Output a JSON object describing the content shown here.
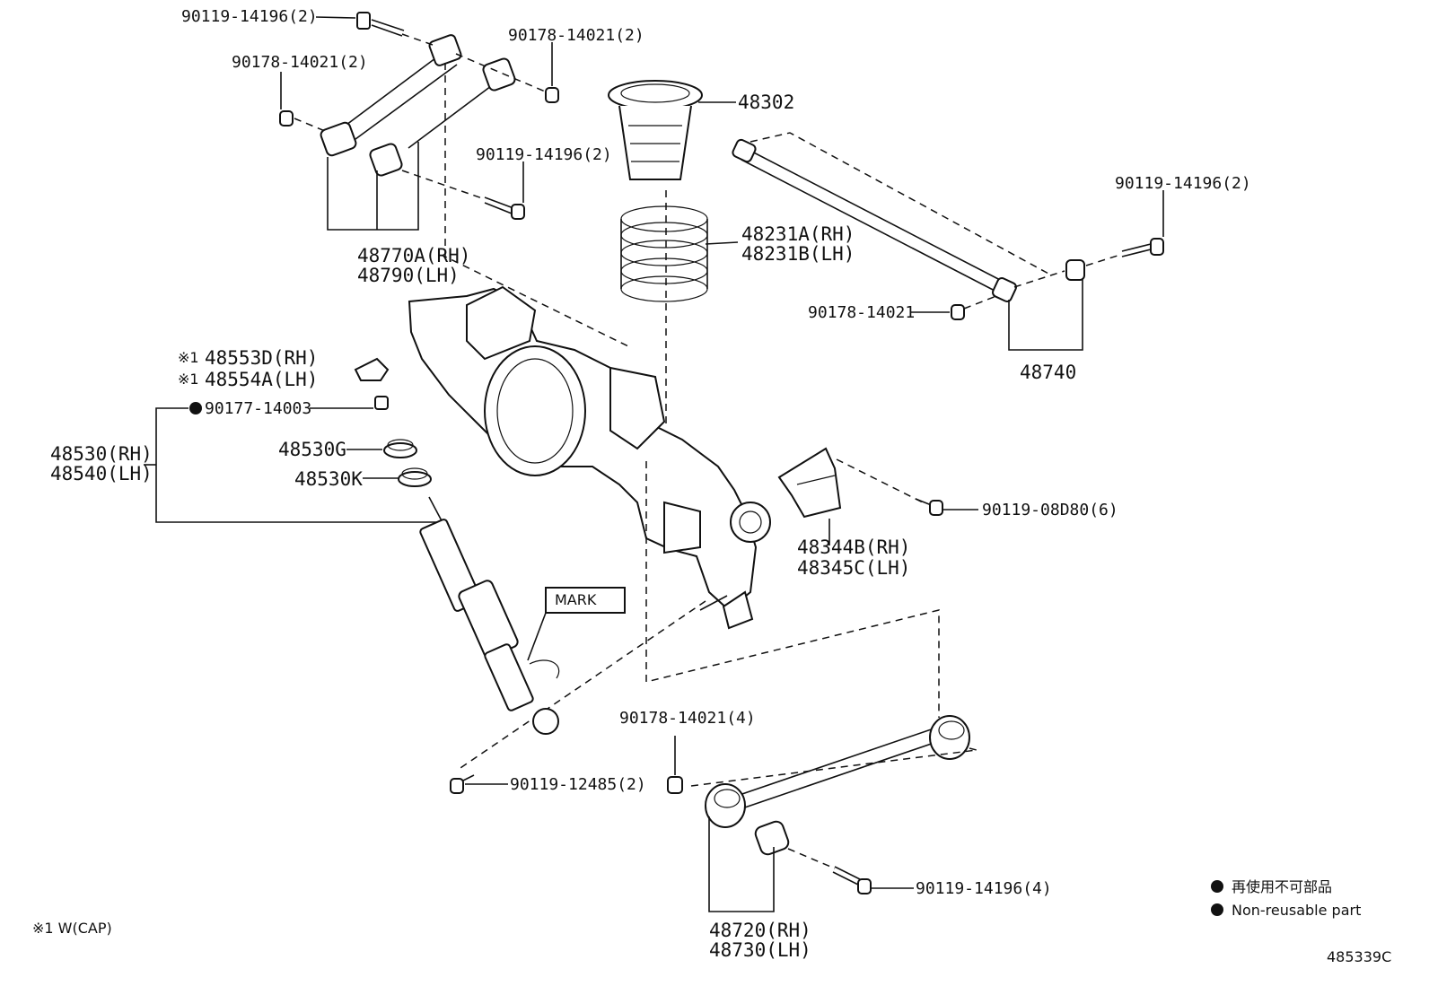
{
  "labels": {
    "bolt_90119_14196_top": "90119-14196(2)",
    "nut_90178_14021_topright": "90178-14021(2)",
    "nut_90178_14021_topleft": "90178-14021(2)",
    "bolt_90119_14196_mid": "90119-14196(2)",
    "arm_48770A_rh": "48770A(RH)",
    "arm_48790_lh": "48790(LH)",
    "insulator_48302": "48302",
    "spring_48231A_rh": "48231A(RH)",
    "spring_48231B_lh": "48231B(LH)",
    "bolt_90119_14196_right": "90119-14196(2)",
    "nut_90178_14021_right": "90178-14021",
    "rod_48740": "48740",
    "cap_note": "※1",
    "cap_48553D_rh": "48553D(RH)",
    "cap_48554A_lh": "48554A(LH)",
    "nut_90177_14003": "90177-14003",
    "absorber_48530_rh": "48530(RH)",
    "absorber_48540_lh": "48540(LH)",
    "cushion_48530G": "48530G",
    "cushion_48530K": "48530K",
    "bracket_48344B_rh": "48344B(RH)",
    "bracket_48345C_lh": "48345C(LH)",
    "bolt_90119_08D80": "90119-08D80(6)",
    "mark": "MARK",
    "nut_90178_14021_bottom": "90178-14021(4)",
    "bolt_90119_12485": "90119-12485(2)",
    "bolt_90119_14196_bottom": "90119-14196(4)",
    "arm_48720_rh": "48720(RH)",
    "arm_48730_lh": "48730(LH)"
  },
  "legend": {
    "jp": "再使用不可部品",
    "en": "Non-reusable part"
  },
  "footnote": "※1 W(CAP)",
  "drawing_id": "485339C"
}
